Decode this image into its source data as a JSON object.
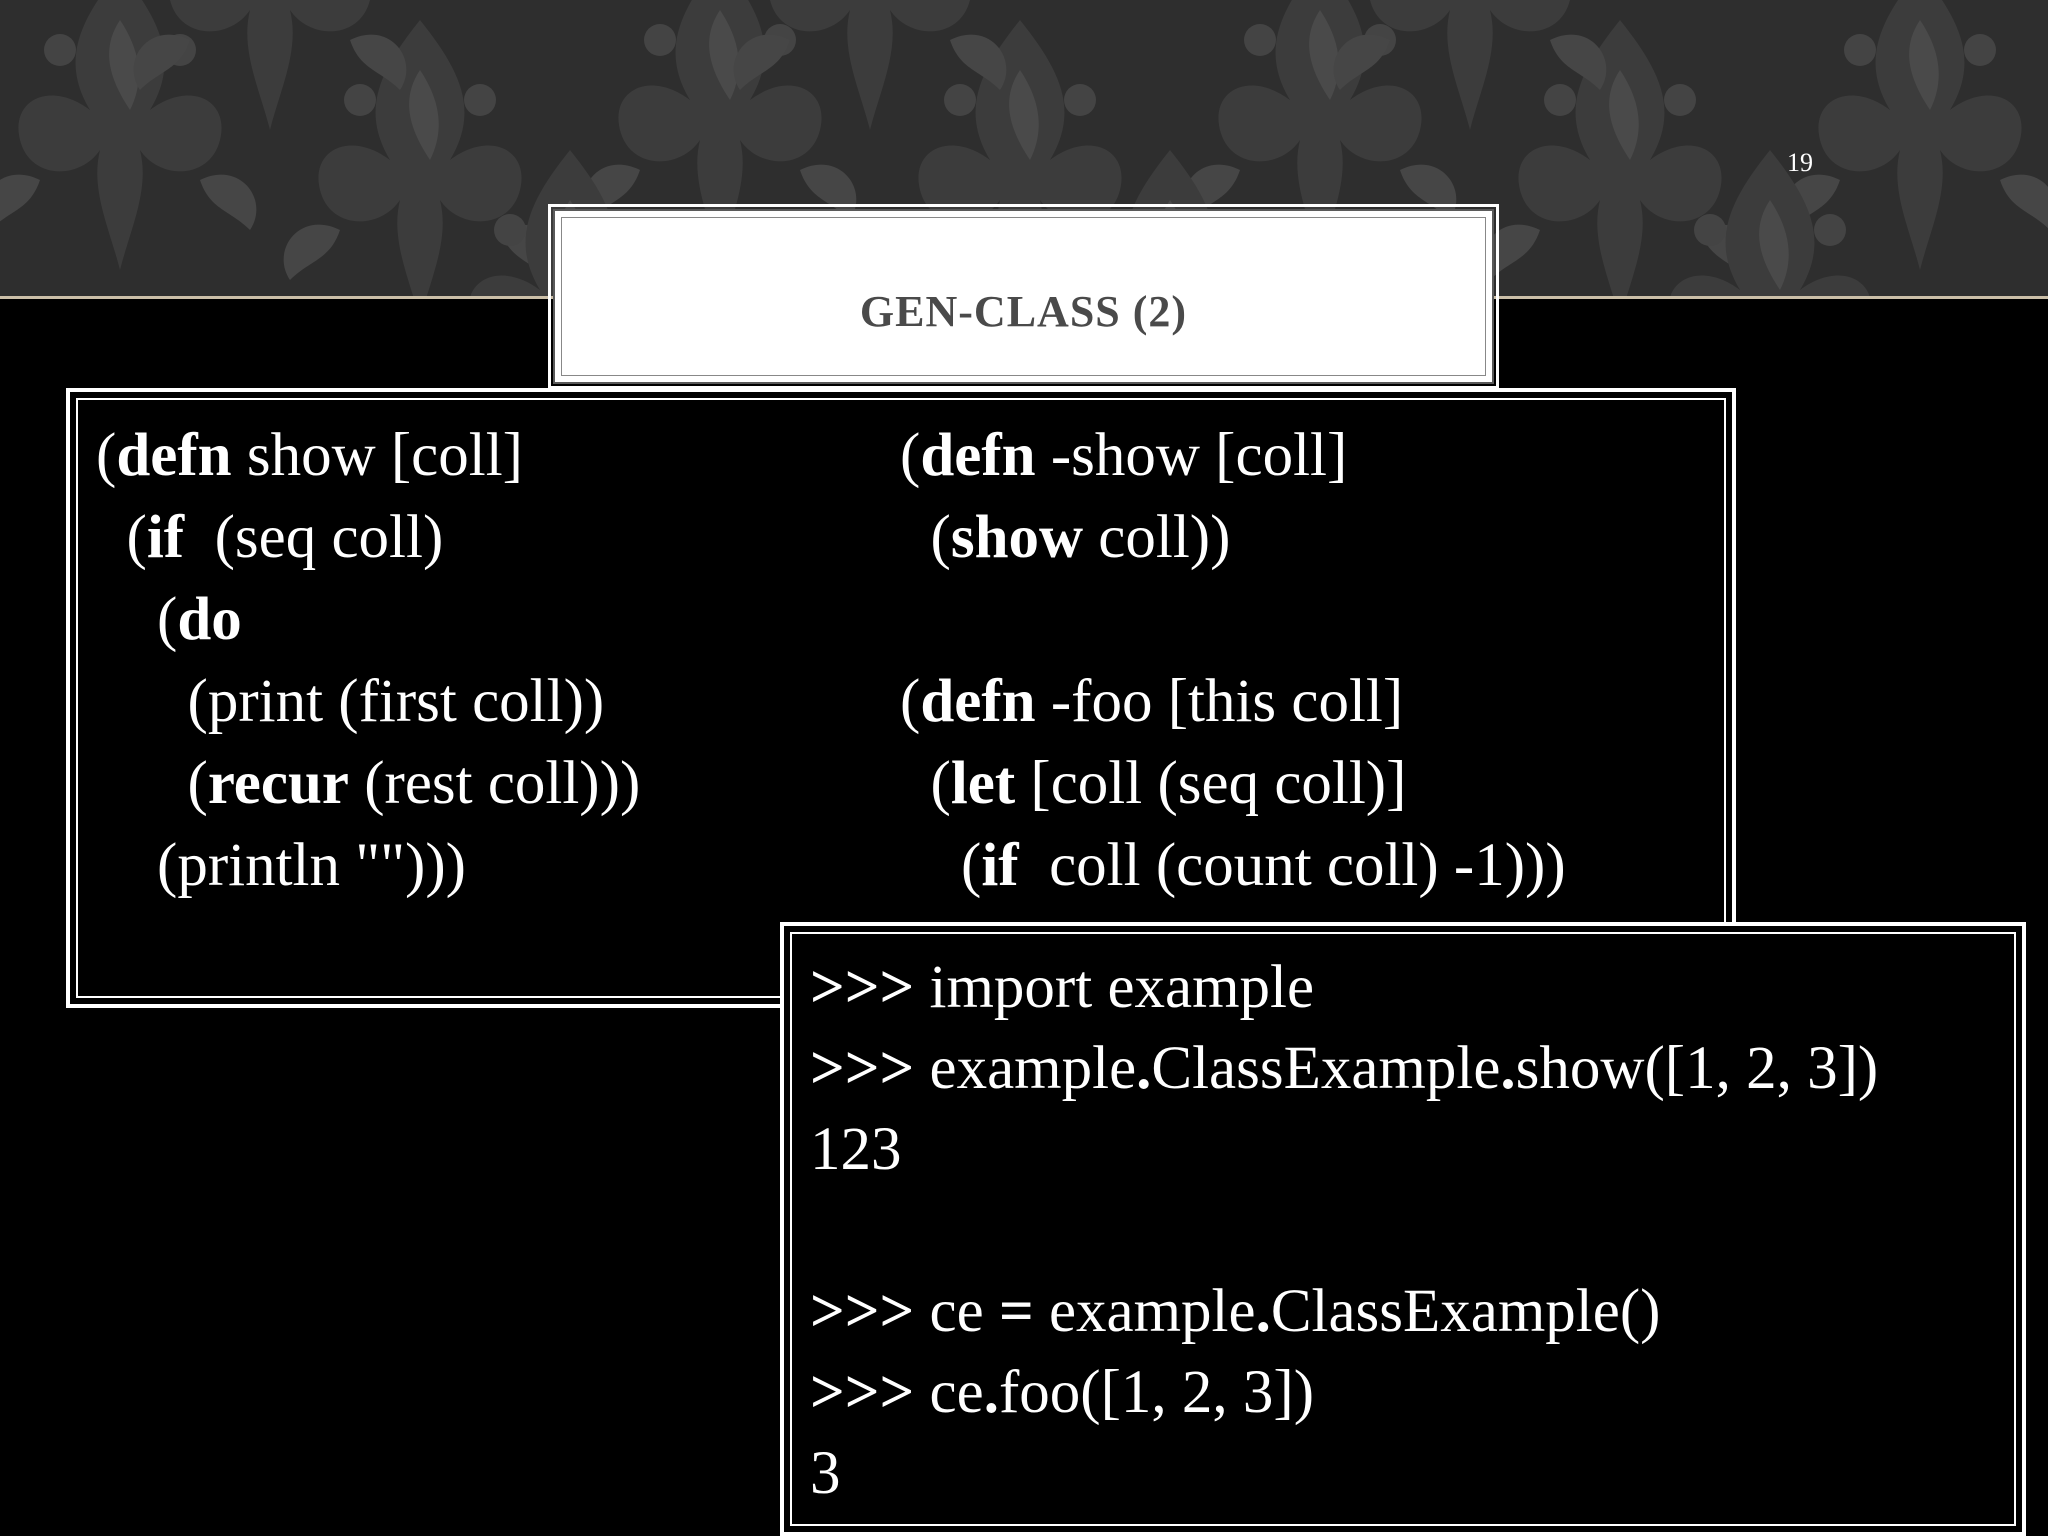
{
  "slide": {
    "number": "19",
    "title": "GEN-CLASS (2)"
  },
  "clojure_left": [
    [
      {
        "t": "(",
        "b": false
      },
      {
        "t": "defn",
        "b": true
      },
      {
        "t": " show [coll]",
        "b": false
      }
    ],
    [
      {
        "t": "  (",
        "b": false
      },
      {
        "t": "if",
        "b": true
      },
      {
        "t": "  (seq coll)",
        "b": false
      }
    ],
    [
      {
        "t": "    (",
        "b": false
      },
      {
        "t": "do",
        "b": true
      }
    ],
    [
      {
        "t": "      (print (first coll))",
        "b": false
      }
    ],
    [
      {
        "t": "      (",
        "b": false
      },
      {
        "t": "recur",
        "b": true
      },
      {
        "t": " (rest coll)))",
        "b": false
      }
    ],
    [
      {
        "t": "    (println \"\")))",
        "b": false
      }
    ]
  ],
  "clojure_right": [
    [
      {
        "t": "(",
        "b": false
      },
      {
        "t": "defn",
        "b": true
      },
      {
        "t": " -show [coll]",
        "b": false
      }
    ],
    [
      {
        "t": "  (",
        "b": false
      },
      {
        "t": "show",
        "b": true
      },
      {
        "t": " coll))",
        "b": false
      }
    ],
    [],
    [
      {
        "t": "(",
        "b": false
      },
      {
        "t": "defn",
        "b": true
      },
      {
        "t": " -foo [this coll]",
        "b": false
      }
    ],
    [
      {
        "t": "  (",
        "b": false
      },
      {
        "t": "let",
        "b": true
      },
      {
        "t": " [coll (seq coll)]",
        "b": false
      }
    ],
    [
      {
        "t": "    (",
        "b": false
      },
      {
        "t": "if",
        "b": true
      },
      {
        "t": "  coll (count coll) -1)))",
        "b": false
      }
    ]
  ],
  "python_session": [
    [
      {
        "t": ">>>",
        "b": true
      },
      {
        "t": " import example",
        "b": false
      }
    ],
    [
      {
        "t": ">>>",
        "b": true
      },
      {
        "t": " example",
        "b": false
      },
      {
        "t": ".",
        "b": true
      },
      {
        "t": "ClassExample",
        "b": false
      },
      {
        "t": ".",
        "b": true
      },
      {
        "t": "show([1, 2, 3])",
        "b": false
      }
    ],
    [
      {
        "t": "123",
        "b": false
      }
    ],
    [],
    [
      {
        "t": ">>>",
        "b": true
      },
      {
        "t": " ce ",
        "b": false
      },
      {
        "t": "=",
        "b": true
      },
      {
        "t": " example",
        "b": false
      },
      {
        "t": ".",
        "b": true
      },
      {
        "t": "ClassExample()",
        "b": false
      }
    ],
    [
      {
        "t": ">>>",
        "b": true
      },
      {
        "t": " ce",
        "b": false
      },
      {
        "t": ".",
        "b": true
      },
      {
        "t": "foo([1, 2, 3])",
        "b": false
      }
    ],
    [
      {
        "t": "3",
        "b": false
      }
    ]
  ]
}
